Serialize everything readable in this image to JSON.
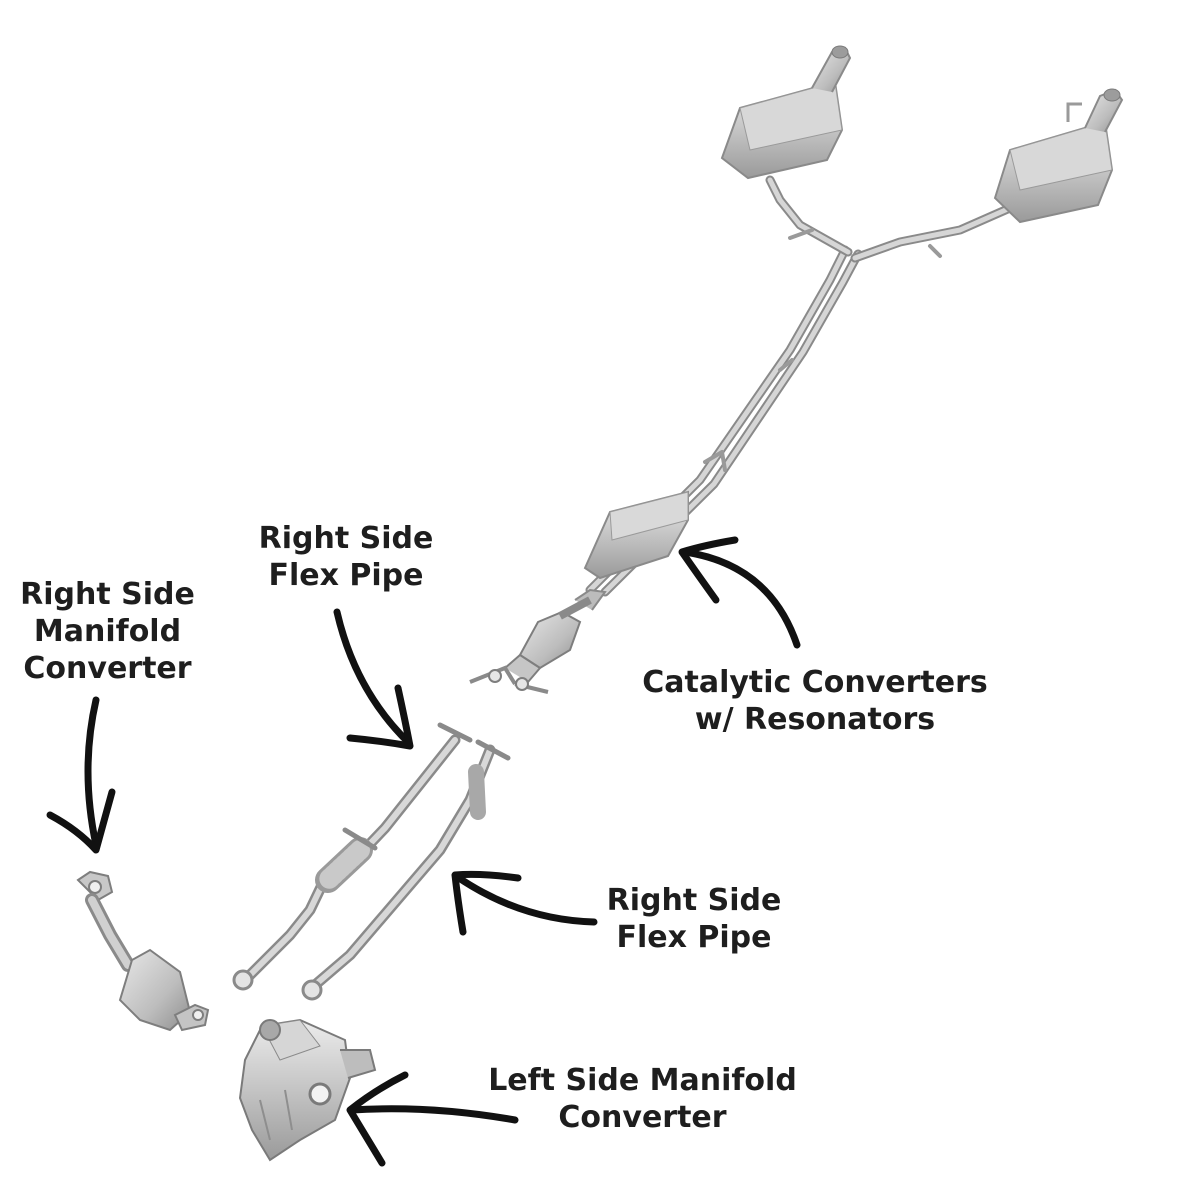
{
  "labels": {
    "right_manifold_converter": [
      "Right Side",
      "Manifold",
      "Converter"
    ],
    "right_flex_pipe_top": [
      "Right Side",
      "Flex Pipe"
    ],
    "catalytic_converters": [
      "Catalytic Converters",
      "w/ Resonators"
    ],
    "right_flex_pipe_bottom": [
      "Right Side",
      "Flex Pipe"
    ],
    "left_manifold_converter": [
      "Left Side Manifold",
      "Converter"
    ]
  },
  "colors": {
    "text": "#1e1e1e",
    "arrow": "#111111",
    "metal_light": "#dcdcdc",
    "metal_mid": "#b4b4b4",
    "metal_dark": "#8a8a8a",
    "background": "#ffffff"
  }
}
